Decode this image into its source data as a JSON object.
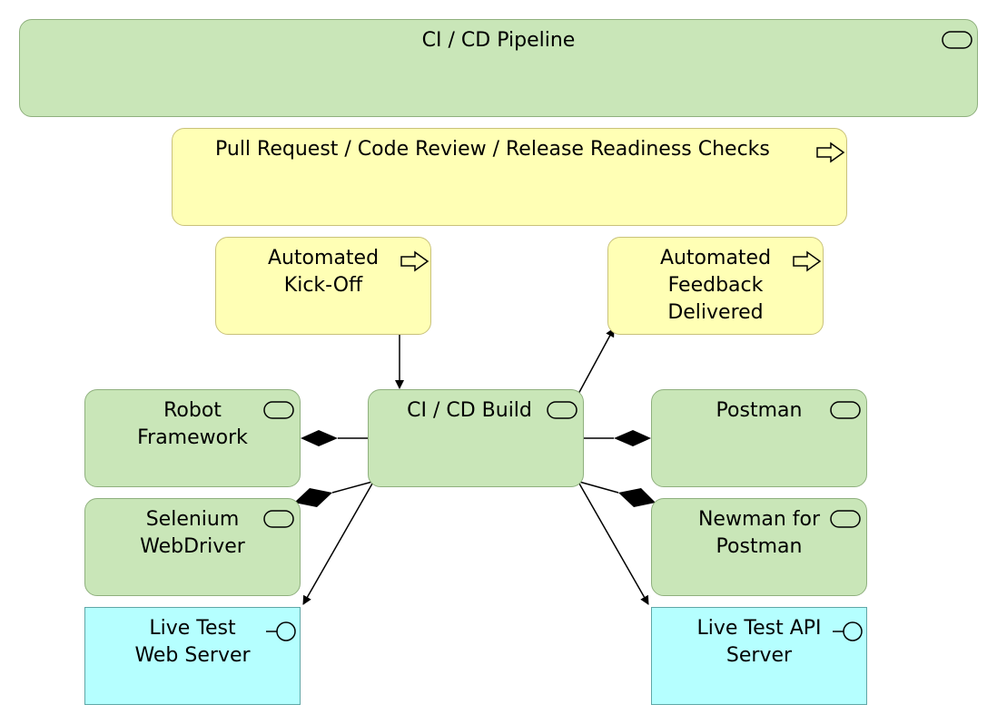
{
  "colors": {
    "service_fill": "#c9e6b8",
    "process_fill": "#ffffb5",
    "interface_fill": "#b5ffff"
  },
  "nodes": {
    "pipeline": {
      "label": "CI / CD Pipeline",
      "icon": "service-icon"
    },
    "pull_request": {
      "label": "Pull Request / Code Review / Release Readiness Checks",
      "icon": "process-arrow-icon"
    },
    "kickoff": {
      "label_line1": "Automated",
      "label_line2": "Kick-Off",
      "icon": "process-arrow-icon"
    },
    "feedback": {
      "label_line1": "Automated",
      "label_line2": "Feedback",
      "label_line3": "Delivered",
      "icon": "process-arrow-icon"
    },
    "build": {
      "label": "CI / CD Build",
      "icon": "service-icon"
    },
    "robot": {
      "label_line1": "Robot",
      "label_line2": "Framework",
      "icon": "service-icon"
    },
    "selenium": {
      "label_line1": "Selenium",
      "label_line2": "WebDriver",
      "icon": "service-icon"
    },
    "web_server": {
      "label_line1": "Live Test",
      "label_line2": "Web Server",
      "icon": "interface-icon"
    },
    "postman": {
      "label": "Postman",
      "icon": "service-icon"
    },
    "newman": {
      "label_line1": "Newman for",
      "label_line2": "Postman",
      "icon": "service-icon"
    },
    "api_server": {
      "label_line1": "Live Test API",
      "label_line2": "Server",
      "icon": "interface-icon"
    }
  }
}
